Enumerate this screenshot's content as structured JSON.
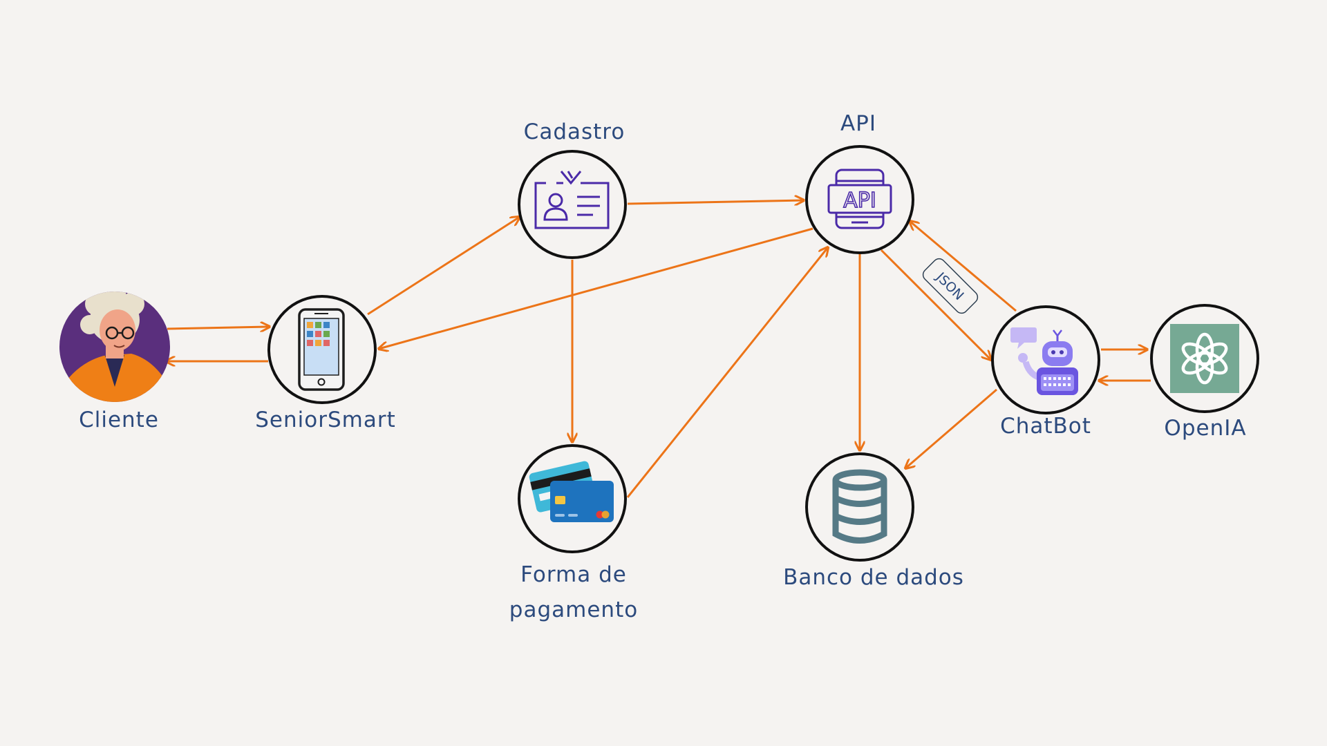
{
  "colors": {
    "background": "#f5f3f1",
    "arrow": "#ec7418",
    "node_border": "#111111",
    "label": "#2c4a7d",
    "icon_purple": "#4a2aa8",
    "database": "#557a86",
    "openai_bg": "#76a994",
    "client_bg": "#5a2f7d"
  },
  "nodes": {
    "cliente": {
      "label": "Cliente",
      "icon": "elderly-woman-avatar"
    },
    "seniorsmart": {
      "label": "SeniorSmart",
      "icon": "smartphone-icon"
    },
    "cadastro": {
      "label": "Cadastro",
      "icon": "id-card-icon"
    },
    "api": {
      "label": "API",
      "icon": "api-icon"
    },
    "pagamento": {
      "label": "Forma de\npagamento",
      "icon": "credit-cards-icon"
    },
    "banco": {
      "label": "Banco de dados",
      "icon": "database-icon"
    },
    "chatbot": {
      "label": "ChatBot",
      "icon": "robot-icon"
    },
    "openia": {
      "label": "OpenIA",
      "icon": "openai-logo-icon"
    }
  },
  "edge_labels": {
    "json": "JSON"
  },
  "edges": [
    {
      "from": "cliente",
      "to": "seniorsmart"
    },
    {
      "from": "seniorsmart",
      "to": "cliente"
    },
    {
      "from": "seniorsmart",
      "to": "cadastro"
    },
    {
      "from": "cadastro",
      "to": "api"
    },
    {
      "from": "api",
      "to": "seniorsmart"
    },
    {
      "from": "cadastro",
      "to": "pagamento"
    },
    {
      "from": "pagamento",
      "to": "api"
    },
    {
      "from": "api",
      "to": "banco"
    },
    {
      "from": "api",
      "to": "chatbot",
      "label": "JSON"
    },
    {
      "from": "chatbot",
      "to": "api"
    },
    {
      "from": "chatbot",
      "to": "banco"
    },
    {
      "from": "chatbot",
      "to": "openia"
    },
    {
      "from": "openia",
      "to": "chatbot"
    }
  ]
}
